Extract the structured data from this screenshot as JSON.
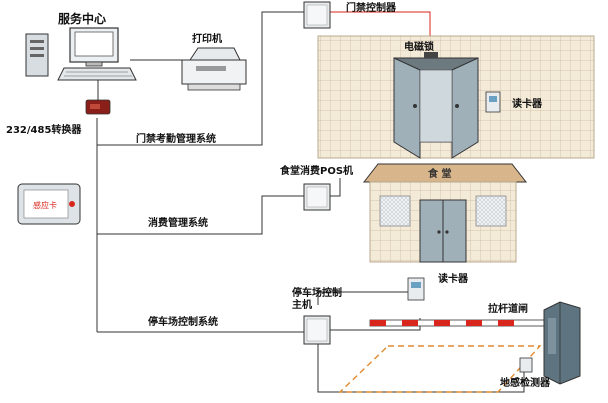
{
  "labels": {
    "service_center": "服务中心",
    "printer": "打印机",
    "converter": "232/485转换器",
    "access_system": "门禁考勤管理系统",
    "consumption_system": "消费管理系统",
    "parking_system": "停车场控制系统",
    "door_controller": "门禁控制器",
    "magnetic_lock": "电磁锁",
    "card_reader_door": "读卡器",
    "canteen_pos": "食堂消费POS机",
    "canteen_sign": "食  堂",
    "parking_host": "停车场控制主机",
    "card_reader_parking": "读卡器",
    "barrier_gate": "拉杆道闸",
    "ground_detector": "地感检测器",
    "id_card": "感应卡"
  },
  "colors": {
    "wall": "#f4ead8",
    "brick_line": "#c9b9a0",
    "door": "#9fb0b8",
    "roof": "#d8b58a",
    "box": "#e8ecee",
    "barrier_red": "#d9261c",
    "dashed_orange": "#e08a2e",
    "line": "#333333"
  },
  "icons": [
    "computer-icon",
    "printer-icon",
    "converter-icon",
    "id-card-icon",
    "controller-box-icon",
    "card-reader-icon",
    "barrier-gate-icon",
    "ground-sensor-icon"
  ]
}
